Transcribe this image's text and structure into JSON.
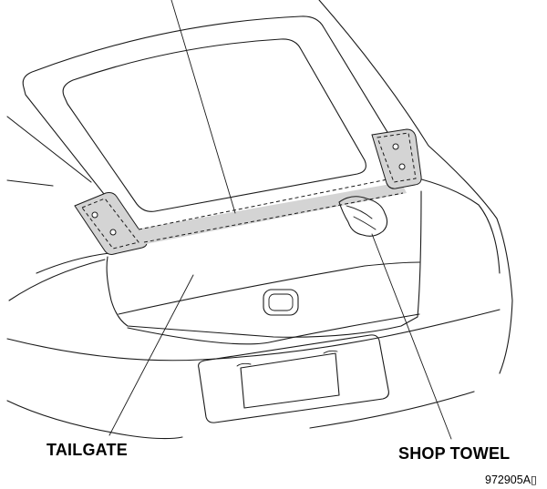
{
  "labels": {
    "tailgate": "TAILGATE",
    "shop_towel": "SHOP TOWEL"
  },
  "figure_code": "972905A▯",
  "colors": {
    "line": "#1a1a1a",
    "masked_area": "#d4d4d4",
    "background": "#ffffff"
  }
}
